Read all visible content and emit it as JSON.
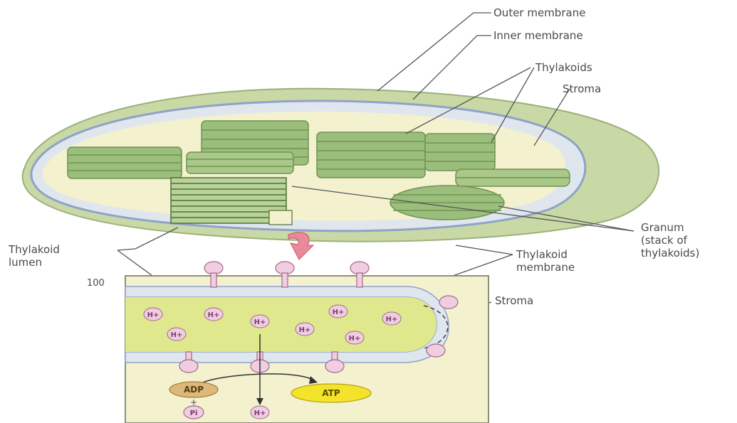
{
  "labels": {
    "outer_membrane": "Outer membrane",
    "inner_membrane": "Inner membrane",
    "thylakoids": "Thylakoids",
    "stroma_top": "Stroma",
    "granum_1": "Granum",
    "granum_2": "(stack of",
    "granum_3": "thylakoids)",
    "thylakoid_lumen_1": "Thylakoid",
    "thylakoid_lumen_2": "lumen",
    "thylakoid_membrane_1": "Thylakoid",
    "thylakoid_membrane_2": "membrane",
    "stroma_bottom": "Stroma",
    "scale_mark": "100",
    "adp": "ADP",
    "atp": "ATP",
    "pi": "Pi",
    "plus": "+",
    "h_plus": "H+"
  },
  "colors": {
    "outer_fill": "#c9d9a6",
    "stroma": "#f4f1cf",
    "thylakoid_green": "#9cbe7c",
    "thylakoid_dark": "#6f9450",
    "membrane_blue": "#b9c6e2",
    "proton_pink": "#f0cde0",
    "atp_yellow": "#f3e32a",
    "adp_tan": "#dcb87a",
    "arrow_pink": "#e98a9a"
  }
}
